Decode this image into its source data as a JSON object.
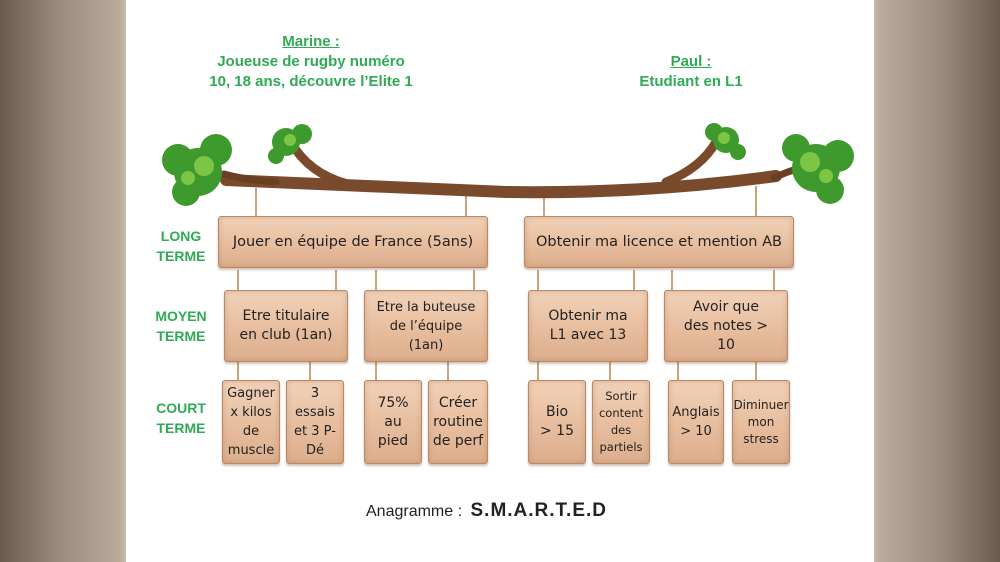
{
  "marine": {
    "name": "Marine :",
    "line1": "Joueuse de rugby numéro",
    "line2": "10, 18 ans, découvre l’Elite 1"
  },
  "paul": {
    "name": "Paul :",
    "line1": "Etudiant en L1"
  },
  "labels": {
    "long": [
      "LONG",
      "TERME"
    ],
    "moyen": [
      "MOYEN",
      "TERME"
    ],
    "court": [
      "COURT",
      "TERME"
    ]
  },
  "long_terme": [
    "Jouer en équipe de France (5ans)",
    "Obtenir ma licence et mention AB"
  ],
  "moyen_terme": [
    [
      "Etre titulaire",
      "en club (1an)"
    ],
    [
      "Etre la buteuse",
      "de l’équipe",
      "(1an)"
    ],
    [
      "Obtenir ma",
      "L1 avec 13"
    ],
    [
      "Avoir que",
      "des notes >",
      "10"
    ]
  ],
  "court_terme": [
    [
      "Gagner",
      "x kilos",
      "de",
      "muscle"
    ],
    [
      "3 essais",
      "et 3 P-",
      "Dé"
    ],
    [
      "75%",
      "au",
      "pied"
    ],
    [
      "Créer",
      "routine",
      "de perf"
    ],
    [
      "Bio",
      "> 15"
    ],
    [
      "Sortir",
      "content",
      "des",
      "partiels"
    ],
    [
      "Anglais",
      "> 10"
    ],
    [
      "Diminuer",
      "mon",
      "stress"
    ]
  ],
  "footer": {
    "label": "Anagramme  :",
    "value": "S.M.A.R.T.E.D"
  },
  "colors": {
    "green": "#2faa55",
    "branch": "#7a4a2c",
    "plank": "#e8bfa0"
  }
}
